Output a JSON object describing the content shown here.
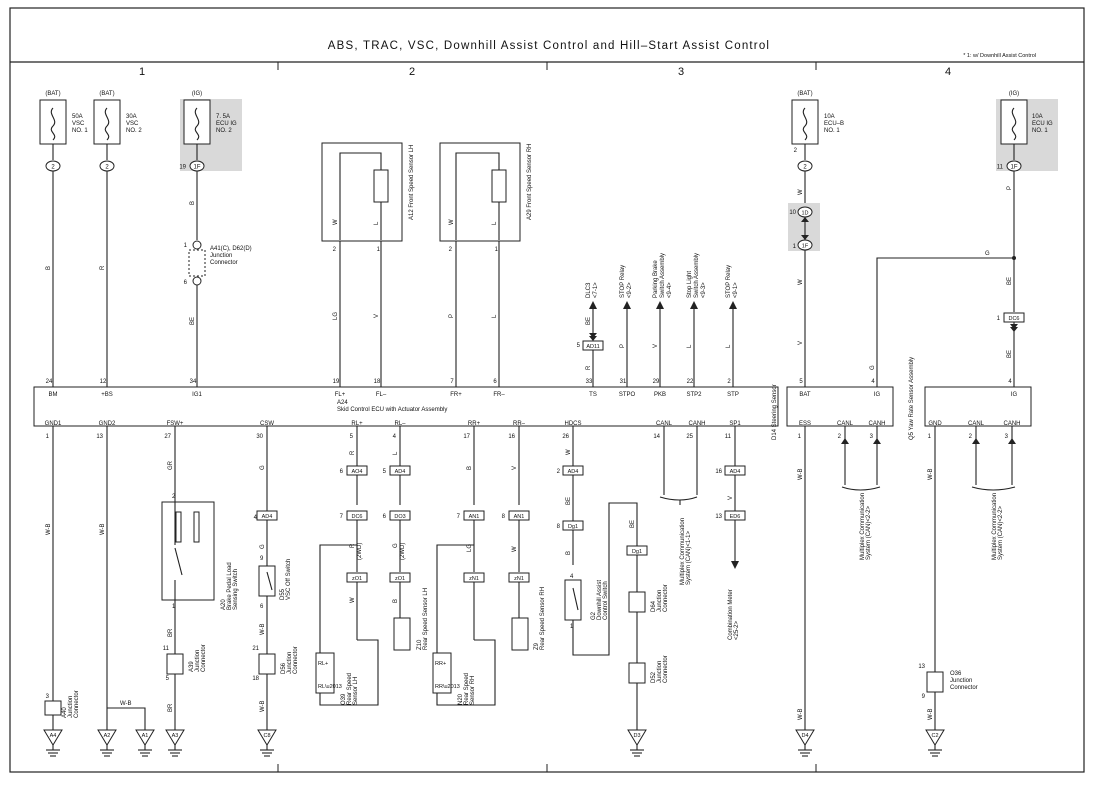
{
  "title": "ABS, TRAC, VSC, Downhill Assist Control and Hill–Start Assist Control",
  "footnote": "* 1: w/ Downhill Assist Control",
  "columns": [
    "1",
    "2",
    "3",
    "4"
  ],
  "fuses": [
    {
      "supply": "(BAT)",
      "name": "50A VSC NO. 1",
      "l1": "50A",
      "l2": "VSC",
      "l3": "NO. 1",
      "term": "2"
    },
    {
      "supply": "(BAT)",
      "name": "30A VSC NO. 2",
      "l1": "30A",
      "l2": "VSC",
      "l3": "NO. 2",
      "term": "2"
    },
    {
      "supply": "(IG)",
      "name": "7.5A ECU IG NO. 2",
      "l1": "7. 5A",
      "l2": "ECU IG",
      "l3": "NO. 2",
      "term": "1F",
      "pin": "19"
    },
    {
      "supply": "(BAT)",
      "name": "10A ECU-B NO. 1",
      "l1": "10A",
      "l2": "ECU–B",
      "l3": "NO. 1",
      "term": "2"
    },
    {
      "supply": "(IG)",
      "name": "10A ECU IG NO. 1",
      "l1": "10A",
      "l2": "ECU IG",
      "l3": "NO. 1",
      "term": "1F",
      "pin": "11"
    }
  ],
  "ecu": {
    "name_line1": "A24",
    "name_line2": "Skid Control ECU with Actuator Assembly",
    "top_pins": [
      {
        "num": "24",
        "label": "BM"
      },
      {
        "num": "12",
        "label": "+BS"
      },
      {
        "num": "34",
        "label": "IG1"
      },
      {
        "num": "19",
        "label": "FL+"
      },
      {
        "num": "18",
        "label": "FL–"
      },
      {
        "num": "7",
        "label": "FR+"
      },
      {
        "num": "6",
        "label": "FR–"
      },
      {
        "num": "33",
        "label": "TS"
      },
      {
        "num": "31",
        "label": "STPO"
      },
      {
        "num": "29",
        "label": "PKB"
      },
      {
        "num": "22",
        "label": "STP2"
      },
      {
        "num": "2",
        "label": "STP"
      }
    ],
    "bottom_pins": [
      {
        "num": "1",
        "label": "GND1"
      },
      {
        "num": "13",
        "label": "GND2"
      },
      {
        "num": "27",
        "label": "FSW+"
      },
      {
        "num": "30",
        "label": "CSW"
      },
      {
        "num": "5",
        "label": "RL+"
      },
      {
        "num": "4",
        "label": "RL–"
      },
      {
        "num": "17",
        "label": "RR+"
      },
      {
        "num": "16",
        "label": "RR–"
      },
      {
        "num": "26",
        "label": "HDCS"
      },
      {
        "num": "14",
        "label": "CANL"
      },
      {
        "num": "25",
        "label": "CANH"
      },
      {
        "num": "11",
        "label": "SP1"
      }
    ]
  },
  "steering_sensor": {
    "name": "D14 Steering Sensor",
    "top_pins": [
      {
        "num": "5",
        "label": "BAT"
      },
      {
        "num": "4",
        "label": "IG"
      }
    ],
    "bottom_pins": [
      {
        "num": "1",
        "label": "ESS"
      },
      {
        "num": "2",
        "label": "CANL"
      },
      {
        "num": "3",
        "label": "CANH"
      }
    ]
  },
  "yaw_sensor": {
    "name": "Q5 Yaw Rate Sensor Assembly",
    "top_pins": [
      {
        "num": "4",
        "label": "IG"
      }
    ],
    "bottom_pins": [
      {
        "num": "1",
        "label": "GND"
      },
      {
        "num": "2",
        "label": "CANL"
      },
      {
        "num": "3",
        "label": "CANH"
      }
    ]
  },
  "speed_sensors": {
    "front_lh": "A12 Front Speed Sensor LH",
    "front_rh": "A29 Front Speed Sensor RH"
  },
  "junctions": {
    "a41": [
      "A41(C), D62(D)",
      "Junction",
      "Connector"
    ],
    "a20": [
      "A20",
      "Brake Pedal Load",
      "Sensing Switch"
    ],
    "a39": [
      "A39",
      "Junction",
      "Connector"
    ],
    "d56": [
      "D56",
      "Junction",
      "Connector"
    ],
    "d55": [
      "D55",
      "VSC Off Switch"
    ],
    "a40": [
      "A40",
      "Junction",
      "Connector"
    ],
    "o36": [
      "O36",
      "Junction",
      "Connector"
    ],
    "d64": [
      "D64",
      "Junction",
      "Connector"
    ],
    "d52": [
      "D52",
      "Junction",
      "Connector"
    ],
    "g2": [
      "G2",
      "Downhill Assist",
      "Control Switch"
    ],
    "o39": [
      "O39",
      "Rear Speed",
      "Sensor LH"
    ],
    "z10": [
      "Z10",
      "Rear Speed Sensor LH"
    ],
    "n20": [
      "N20",
      "Rear Speed",
      "Sensor RH"
    ],
    "z9": [
      "Z9",
      "Rear Speed Sensor RH"
    ]
  },
  "relays": [
    {
      "text": "DLC3",
      "sub": "<7-1>"
    },
    {
      "text": "STOP Relay",
      "sub": "<9-2>"
    },
    {
      "text": "Parking Brake",
      "sub": "Switch Assembly",
      "sub2": "<9-4>"
    },
    {
      "text": "Stop Light",
      "sub": "Switch Assembly",
      "sub2": "<9-3>"
    },
    {
      "text": "STOP Relay",
      "sub": "<9-1>"
    }
  ],
  "multiplex": {
    "line1": "Multiplex Communication",
    "line2": "System (CAN)<1-1>",
    "line2b": "System (CAN)<2-2>"
  },
  "combination_meter": {
    "line1": "Combination Meter",
    "line2": "<25-2>"
  },
  "grounds": [
    "A4",
    "A2",
    "A1",
    "A3",
    "C8",
    "D3",
    "D4",
    "C2"
  ],
  "connectors": [
    "AD11",
    "AD4",
    "DC6",
    "DO3",
    "AN1",
    "zO1",
    "zN1",
    "Dg1",
    "ED6",
    "1D",
    "1F",
    "DC6"
  ],
  "colors": {
    "line": "#222222",
    "fuse_box": "#d9d9d9",
    "background": "#ffffff"
  }
}
